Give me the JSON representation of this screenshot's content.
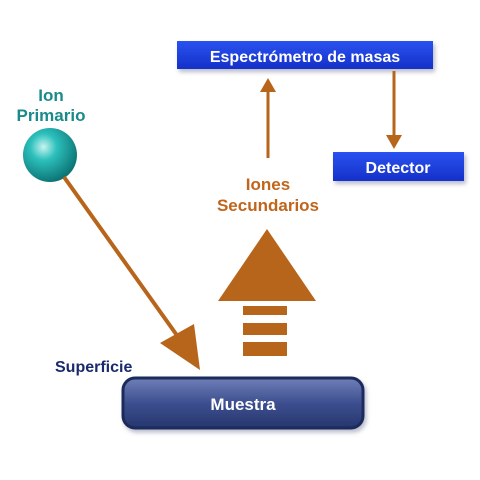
{
  "diagram": {
    "spectrometer_label": "Espectrómetro de masas",
    "detector_label": "Detector",
    "primary_ion_label": [
      "Ion",
      "Primario"
    ],
    "secondary_ions_label": [
      "Iones",
      "Secundarios"
    ],
    "surface_label": "Superficie",
    "sample_label": "Muestra"
  },
  "colors": {
    "blue_box": "#1a3fe0",
    "arrow_brown": "#b8651c",
    "teal_text": "#1a8a8a",
    "navy_text": "#1a2a6c",
    "sphere": "#1aa5a5",
    "sample_box": "#3d4f8f",
    "orange_text": "#c0651c"
  }
}
